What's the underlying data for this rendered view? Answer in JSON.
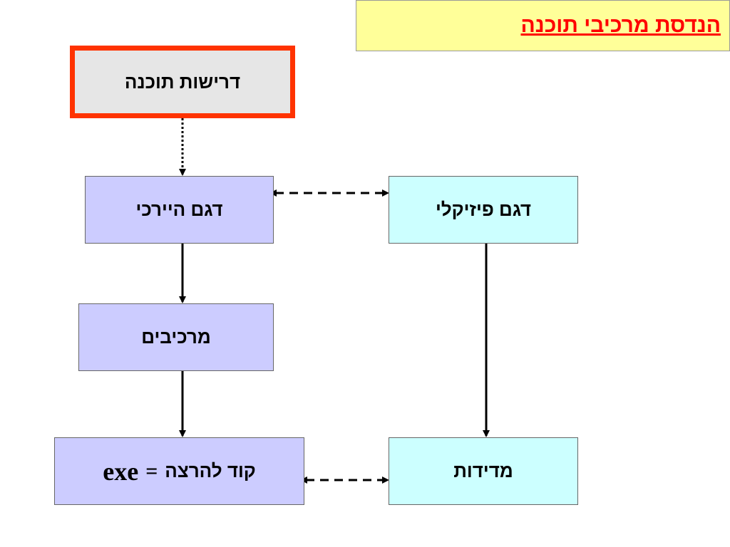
{
  "title": "הנדסת מרכיבי תוכנה",
  "nodes": {
    "requirements": "דרישות תוכנה",
    "hierarchical_model": "דגם היירכי",
    "physical_model": "דגם פיזיקלי",
    "components": "מרכיבים",
    "run_code_label": "קוד להרצה",
    "run_code_equals": "=",
    "run_code_exe": "exe",
    "measurements": "מדידות"
  },
  "colors": {
    "title_bg": "#ffff99",
    "title_text": "#ff0000",
    "requirements_border": "#ff3300",
    "requirements_bg": "#e6e6e6",
    "lavender": "#ccccff",
    "light_cyan": "#ccffff"
  }
}
